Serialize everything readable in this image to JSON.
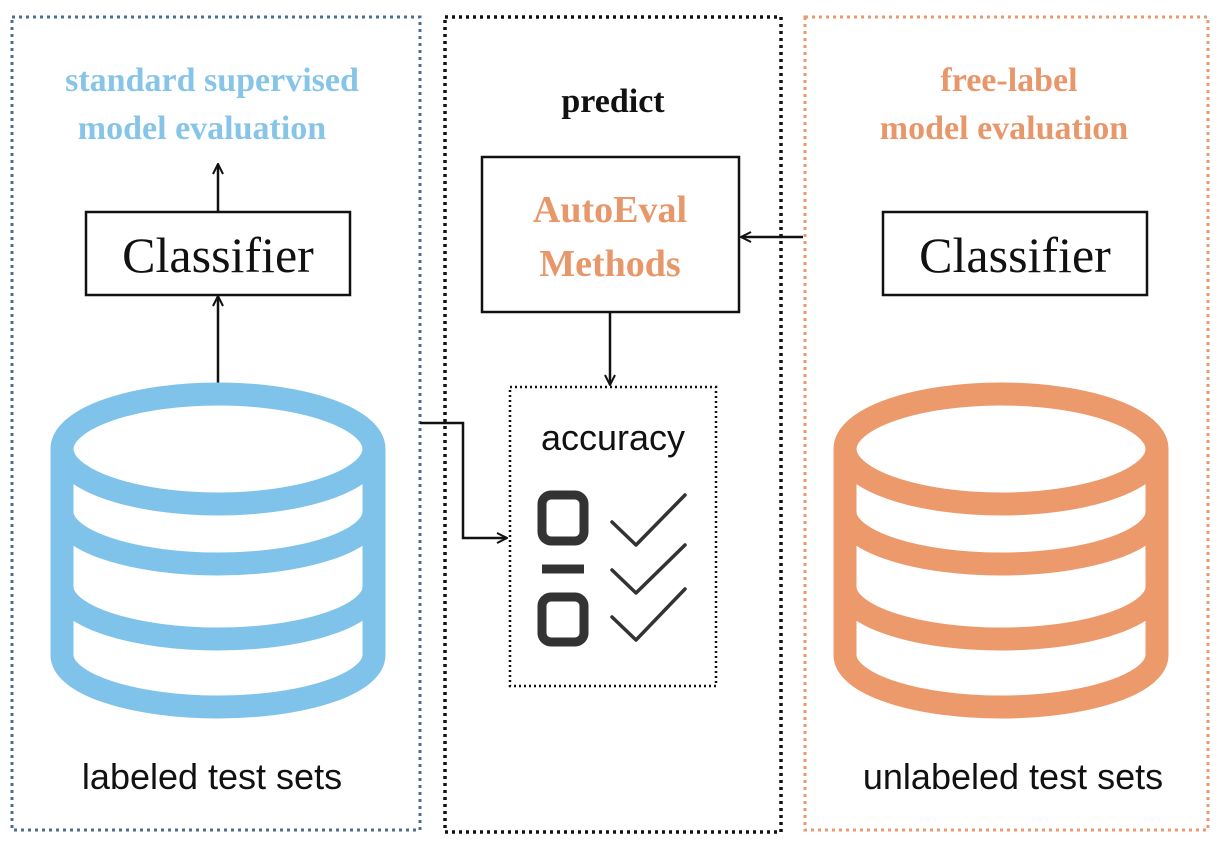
{
  "panels": {
    "left": {
      "title_line1": "standard supervised",
      "title_line2": "model evaluation",
      "classifier_label": "Classifier",
      "dataset_label": "labeled test sets",
      "title_color": "#86c5e8",
      "db_color": "#7fc3ea",
      "border_color": "#4a6f93"
    },
    "center": {
      "title": "predict",
      "method_line1": "AutoEval",
      "method_line2": "Methods",
      "method_color": "#e8976a",
      "accuracy_label": "accuracy",
      "border_color": "#111111"
    },
    "right": {
      "title_line1": "free-label",
      "title_line2": "model evaluation",
      "classifier_label": "Classifier",
      "dataset_label": "unlabeled test sets",
      "title_color": "#e8976a",
      "db_color": "#ec9a6c",
      "border_color": "#e89a6e"
    }
  },
  "icons": {
    "left_db": "database-icon",
    "right_db": "database-icon",
    "score": "score-digits-icon",
    "checks": "check-mark-icon"
  }
}
